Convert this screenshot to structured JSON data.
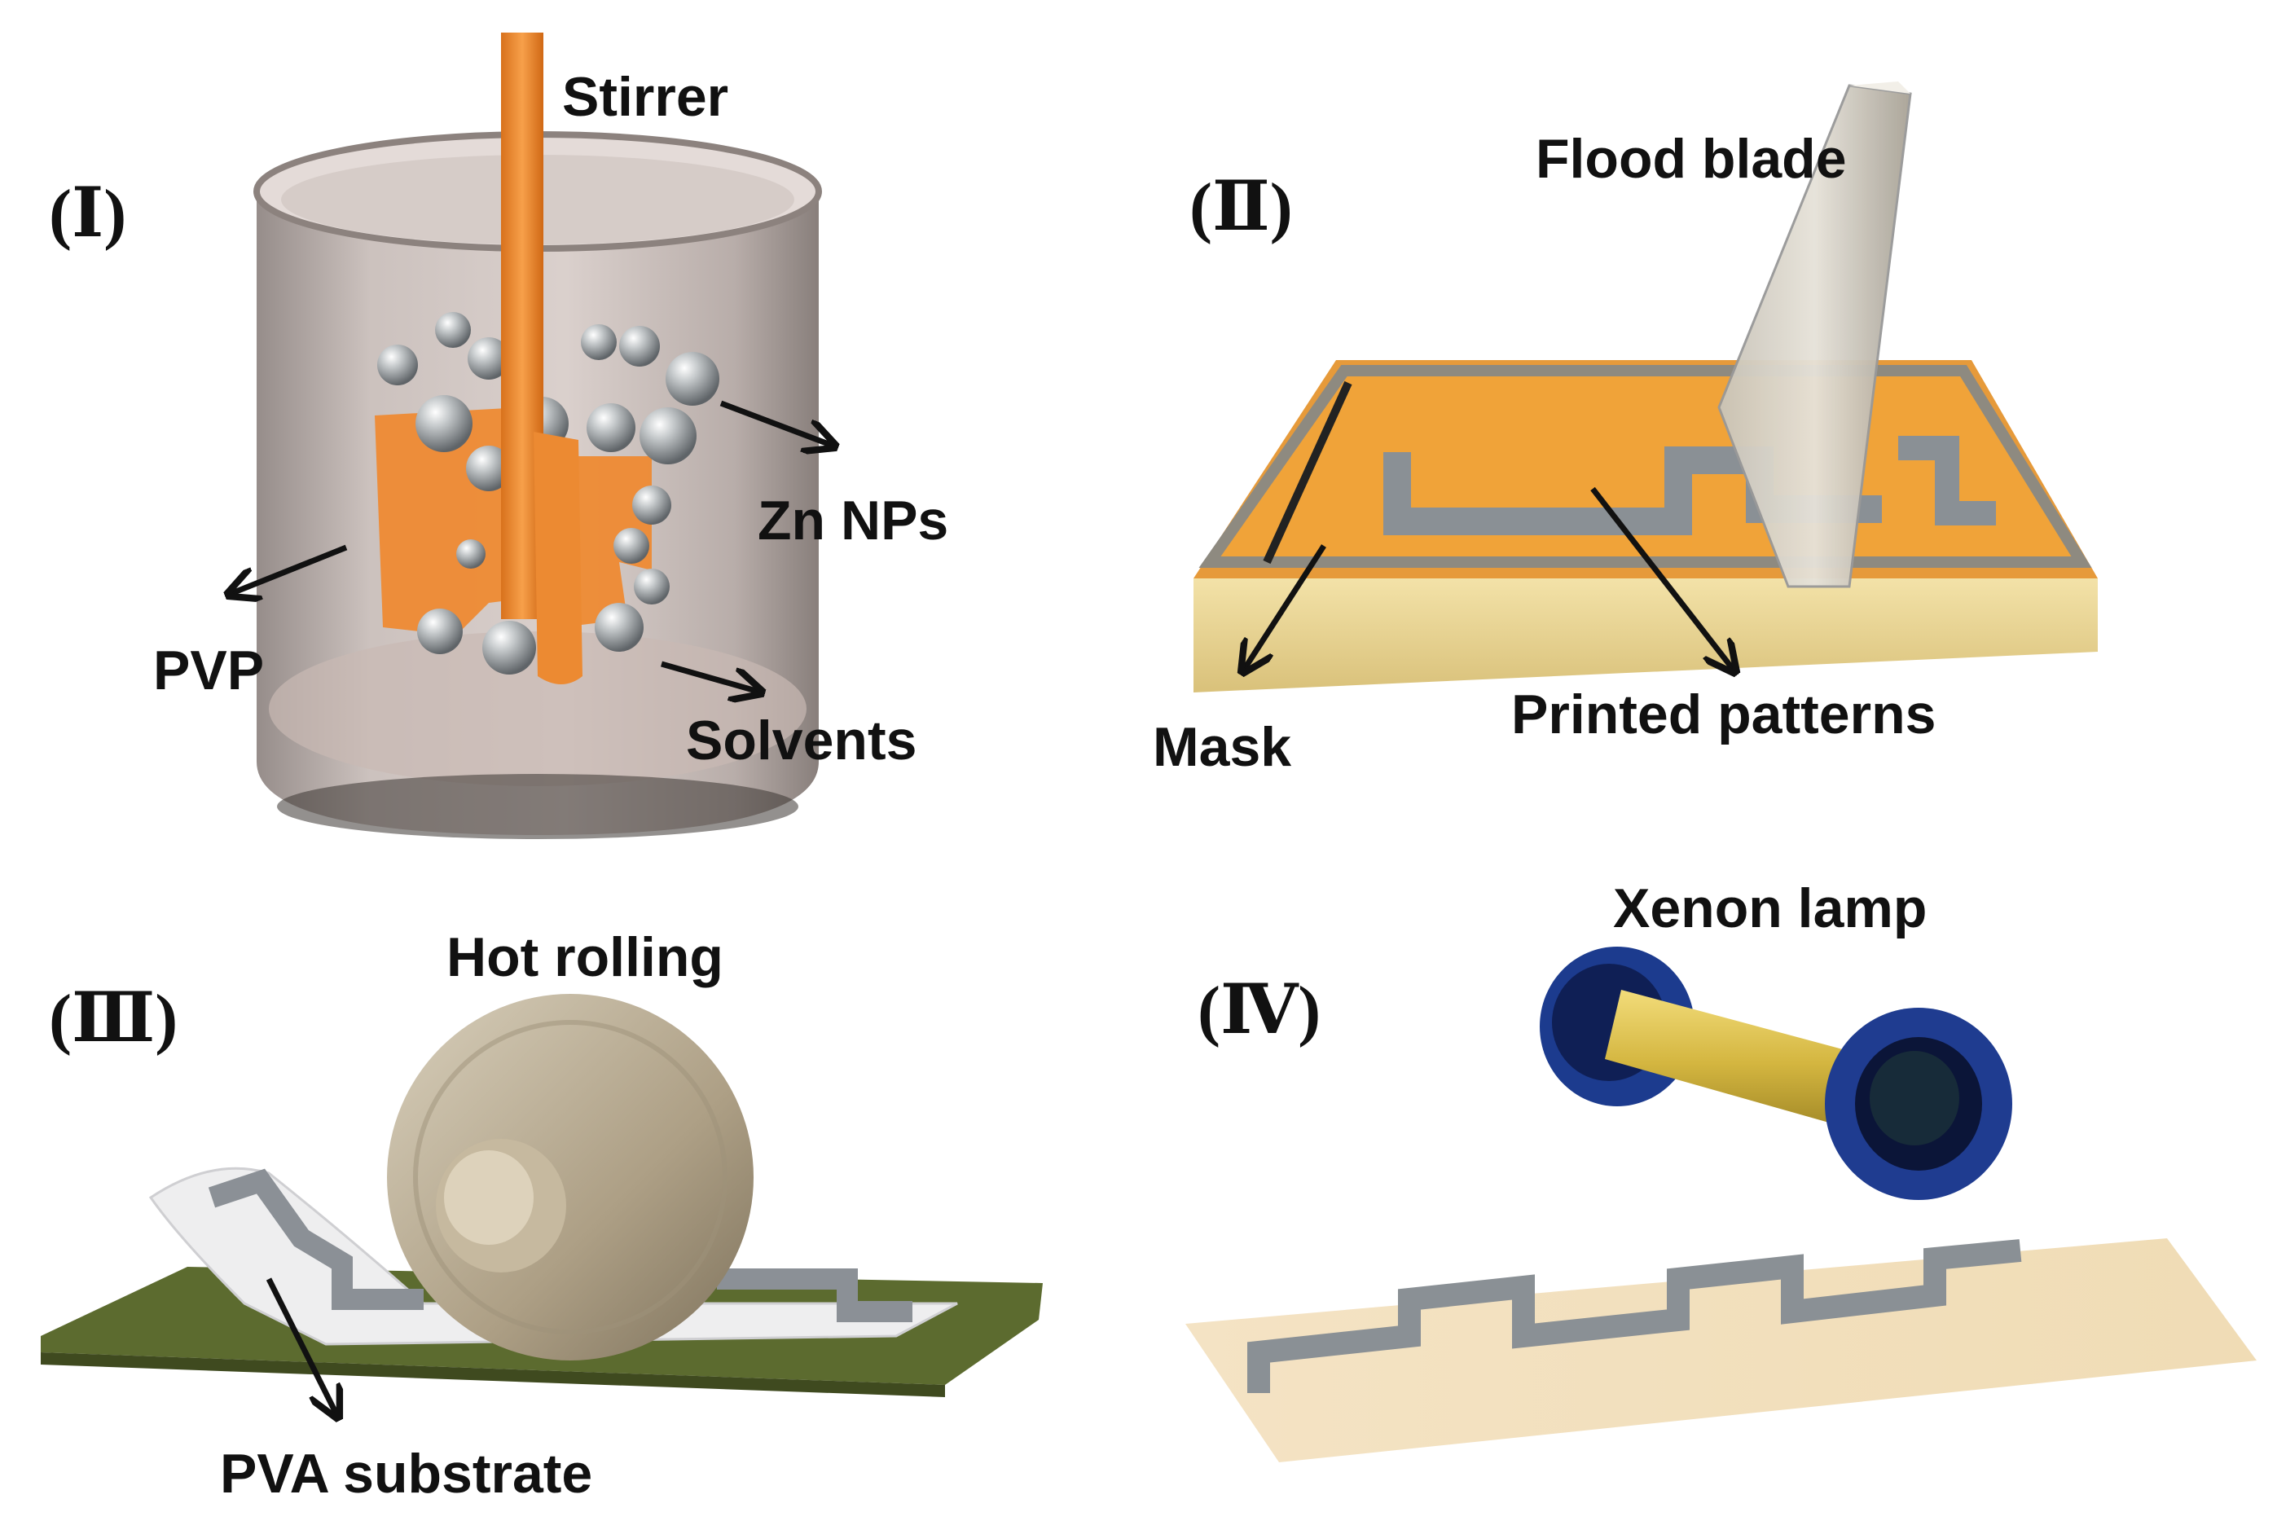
{
  "panels": {
    "p1": {
      "numeral": "(Ⅰ)",
      "labels": {
        "stirrer": "Stirrer",
        "zn_nps": "Zn NPs",
        "pvp": "PVP",
        "solvents": "Solvents"
      }
    },
    "p2": {
      "numeral": "(Ⅱ)",
      "labels": {
        "flood_blade": "Flood blade",
        "mask": "Mask",
        "printed_patterns": "Printed patterns"
      }
    },
    "p3": {
      "numeral": "(Ⅲ)",
      "labels": {
        "hot_rolling": "Hot rolling",
        "pva_substrate": "PVA substrate"
      }
    },
    "p4": {
      "numeral": "(Ⅳ)",
      "labels": {
        "xenon_lamp": "Xenon lamp"
      }
    }
  },
  "colors": {
    "stirrer_orange": "#f08a2c",
    "zn_silver": "#9ea3a6",
    "beaker_glass": "#b5a7a3",
    "mask_orange": "#ec9b30",
    "base_gold": "#e8d28e",
    "pattern_gray": "#8e9499",
    "pva_green": "#5d6b32",
    "roller_beige": "#b7ab92",
    "lamp_blue": "#1f3a8c",
    "lamp_gold": "#d6bc4a"
  }
}
